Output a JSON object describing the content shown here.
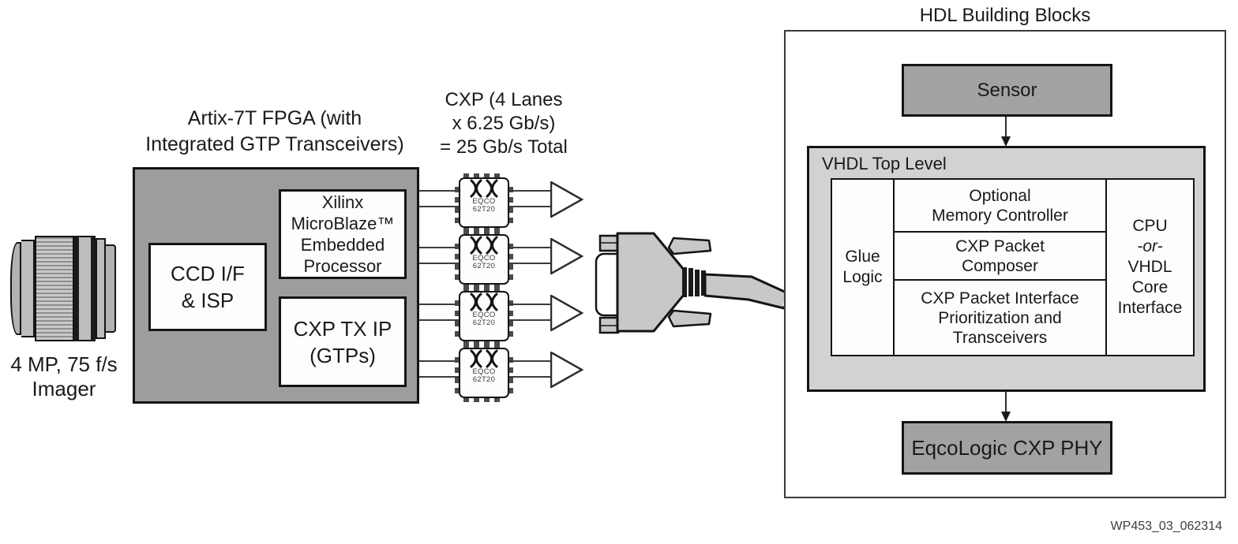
{
  "camera": {
    "imager_label": "4 MP, 75 f/s\nImager"
  },
  "fpga": {
    "title": "Artix-7T FPGA (with\nIntegrated GTP Transceivers)",
    "ccd_isp": "CCD I/F\n& ISP",
    "microblaze": "Xilinx\nMicroBlaze™\nEmbedded\nProcessor",
    "cxp_tx": "CXP TX IP\n(GTPs)"
  },
  "cxp_link": {
    "label": "CXP (4 Lanes\nx 6.25 Gb/s)\n= 25 Gb/s Total",
    "lane_count": 4,
    "chip_name": "EQCO\n62T20"
  },
  "hdl": {
    "title": "HDL Building Blocks",
    "sensor_label": "Sensor",
    "vhdl_top_label": "VHDL Top Level",
    "glue_logic": "Glue\nLogic",
    "memory_controller": "Optional\nMemory Controller",
    "packet_composer": "CXP Packet\nComposer",
    "packet_interface": "CXP Packet Interface\nPrioritization and\nTransceivers",
    "cpu_or": {
      "l1": "CPU",
      "l2": "-or-",
      "l3": "VHDL",
      "l4": "Core",
      "l5": "Interface"
    },
    "phy_label": "EqcoLogic CXP PHY"
  },
  "figure": {
    "watermark": "WP453_03_062314"
  },
  "colors": {
    "fpga_gray": "#9d9d9d",
    "block_gray": "#a2a2a2",
    "vhdl_light_gray": "#d2d2d2",
    "connector_gray": "#c8c8c8",
    "outline": "#141414"
  }
}
